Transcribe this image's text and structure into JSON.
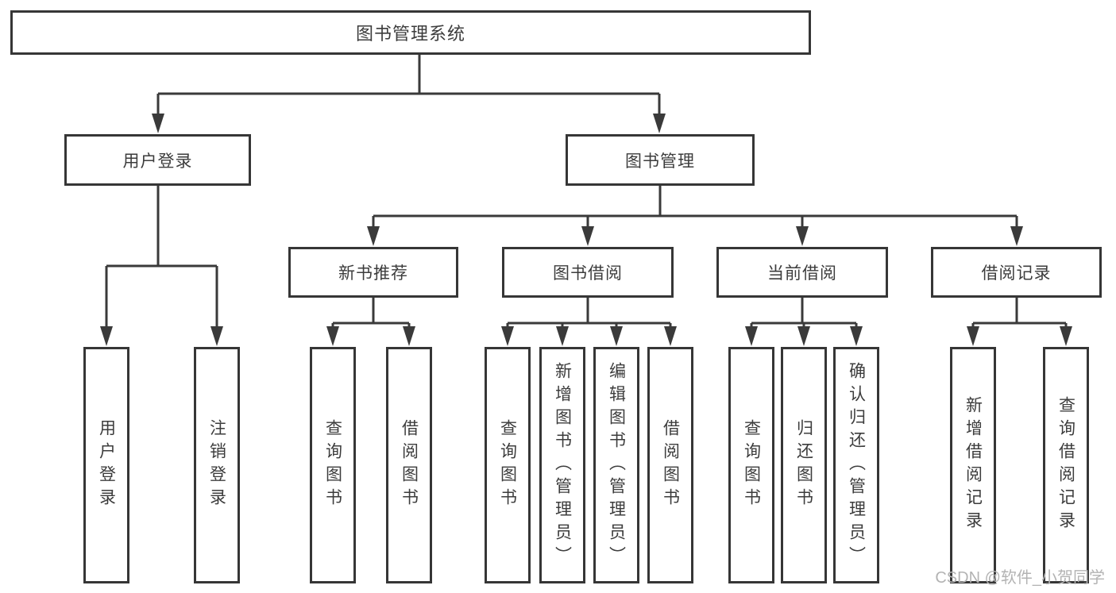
{
  "colors": {
    "line": "#3a3a3a",
    "box_border": "#363636",
    "text": "#3c3c3c",
    "watermark": "#b3b3b3",
    "background": "#ffffff"
  },
  "diagram": {
    "root": {
      "label": "图书管理系统"
    },
    "branches": [
      {
        "label": "用户登录",
        "children": [
          {
            "label": "用户登录"
          },
          {
            "label": "注销登录"
          }
        ]
      },
      {
        "label": "图书管理",
        "groups": [
          {
            "label": "新书推荐",
            "children": [
              {
                "label": "查询图书"
              },
              {
                "label": "借阅图书"
              }
            ]
          },
          {
            "label": "图书借阅",
            "children": [
              {
                "label": "查询图书"
              },
              {
                "label": "新增图书（管理员）"
              },
              {
                "label": "编辑图书（管理员）"
              },
              {
                "label": "借阅图书"
              }
            ]
          },
          {
            "label": "当前借阅",
            "children": [
              {
                "label": "查询图书"
              },
              {
                "label": "归还图书"
              },
              {
                "label": "确认归还（管理员）"
              }
            ]
          },
          {
            "label": "借阅记录",
            "children": [
              {
                "label": "新增借阅记录"
              },
              {
                "label": "查询借阅记录"
              }
            ]
          }
        ]
      }
    ]
  },
  "watermark": {
    "text": "CSDN @软件_小贺同学"
  }
}
